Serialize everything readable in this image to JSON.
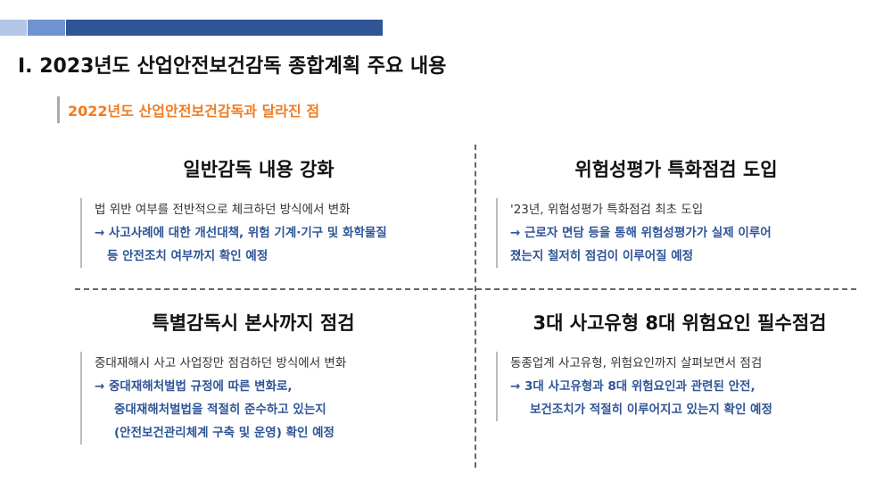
{
  "header": {
    "title": "I. 2023년도 산업안전보건감독 종합계획 주요 내용",
    "subtitle": "2022년도 산업안전보건감독과 달라진 점"
  },
  "colors": {
    "accent_blue": "#2f5597",
    "mid_blue": "#6f93d1",
    "light_blue": "#b4c7e7",
    "orange": "#f07c22"
  },
  "quadrants": [
    {
      "title": "일반감독 내용 강화",
      "lines": [
        "법 위반 여부를 전반적으로 체크하던 방식에서 변화",
        "→ 사고사례에 대한 개선대책, 위험 기계·기구 및 화학물질",
        "등 안전조치 여부까지 확인 예정"
      ]
    },
    {
      "title": "위험성평가 특화점검 도입",
      "lines": [
        "'23년, 위험성평가 특화점검 최초 도입",
        "→ 근로자 면담 등을 통해 위험성평가가 실제 이루어",
        "졌는지 철저히 점검이 이루어질 예정"
      ]
    },
    {
      "title": "특별감독시 본사까지 점검",
      "lines": [
        "중대재해시 사고 사업장만 점검하던 방식에서 변화",
        "→ 중대재해처벌법 규정에 따른 변화로,",
        "중대재해처벌법을 적절히 준수하고 있는지",
        "(안전보건관리체계 구축 및 운영) 확인 예정"
      ]
    },
    {
      "title": "3대 사고유형 8대 위험요인 필수점검",
      "lines": [
        "동종업계 사고유형, 위험요인까지 살펴보면서 점검",
        "→ 3대 사고유형과 8대 위험요인과 관련된 안전,",
        "보건조치가 적절히 이루어지고 있는지 확인 예정"
      ]
    }
  ]
}
